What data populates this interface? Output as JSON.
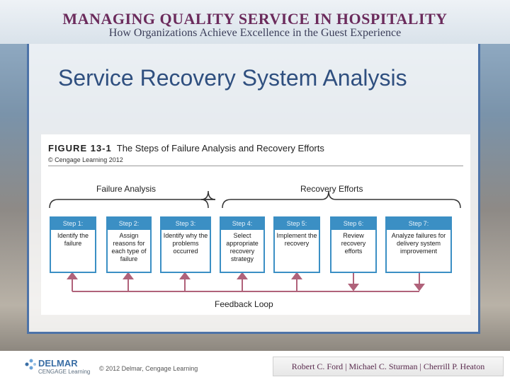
{
  "header": {
    "book_title": "MANAGING QUALITY SERVICE IN HOSPITALITY",
    "book_subtitle": "How Organizations Achieve Excellence in the Guest Experience"
  },
  "slide": {
    "title": "Service Recovery System Analysis"
  },
  "figure": {
    "label_prefix": "FIGURE 13-1",
    "label_text": "The Steps of Failure Analysis and Recovery Efforts",
    "credit": "© Cengage Learning 2012",
    "groups": [
      {
        "label": "Failure Analysis"
      },
      {
        "label": "Recovery Efforts"
      }
    ],
    "steps": [
      {
        "head": "Step 1:",
        "body": "Identify the failure"
      },
      {
        "head": "Step 2:",
        "body": "Assign reasons for each type of failure"
      },
      {
        "head": "Step 3:",
        "body": "Identify why the problems occurred"
      },
      {
        "head": "Step 4:",
        "body": "Select appropriate recovery strategy"
      },
      {
        "head": "Step 5:",
        "body": "Implement the recovery"
      },
      {
        "head": "Step 6:",
        "body": "Review recovery efforts"
      },
      {
        "head": "Step 7:",
        "body": "Analyze failures for delivery system improvement"
      }
    ],
    "feedback_label": "Feedback Loop",
    "colors": {
      "step_blue": "#3b8fc4",
      "loop_line": "#b0627a"
    }
  },
  "footer": {
    "publisher": "DELMAR",
    "publisher_sub": "CENGAGE Learning",
    "copyright": "© 2012 Delmar, Cengage Learning",
    "authors": "Robert C. Ford | Michael C. Sturman | Cherrill P. Heaton"
  }
}
